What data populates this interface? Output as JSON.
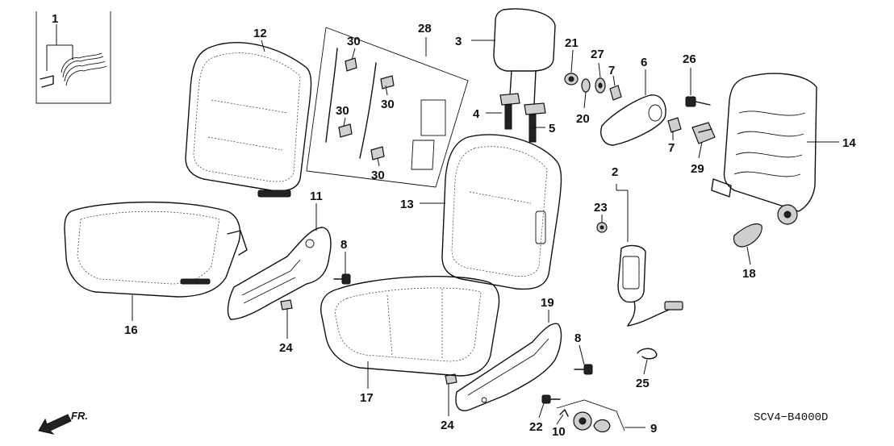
{
  "diagram": {
    "code_label": "SCV4−B4000D",
    "front_label": "FR.",
    "callouts": [
      {
        "id": "1",
        "label": "1"
      },
      {
        "id": "2",
        "label": "2"
      },
      {
        "id": "3",
        "label": "3"
      },
      {
        "id": "4",
        "label": "4"
      },
      {
        "id": "5",
        "label": "5"
      },
      {
        "id": "6",
        "label": "6"
      },
      {
        "id": "7a",
        "label": "7"
      },
      {
        "id": "7b",
        "label": "7"
      },
      {
        "id": "8a",
        "label": "8"
      },
      {
        "id": "8b",
        "label": "8"
      },
      {
        "id": "9",
        "label": "9"
      },
      {
        "id": "10",
        "label": "10"
      },
      {
        "id": "11",
        "label": "11"
      },
      {
        "id": "12",
        "label": "12"
      },
      {
        "id": "13",
        "label": "13"
      },
      {
        "id": "14",
        "label": "14"
      },
      {
        "id": "16",
        "label": "16"
      },
      {
        "id": "17",
        "label": "17"
      },
      {
        "id": "18",
        "label": "18"
      },
      {
        "id": "19",
        "label": "19"
      },
      {
        "id": "20",
        "label": "20"
      },
      {
        "id": "21",
        "label": "21"
      },
      {
        "id": "22",
        "label": "22"
      },
      {
        "id": "23",
        "label": "23"
      },
      {
        "id": "24a",
        "label": "24"
      },
      {
        "id": "24b",
        "label": "24"
      },
      {
        "id": "25",
        "label": "25"
      },
      {
        "id": "26",
        "label": "26"
      },
      {
        "id": "27",
        "label": "27"
      },
      {
        "id": "28",
        "label": "28"
      },
      {
        "id": "29",
        "label": "29"
      },
      {
        "id": "30a",
        "label": "30"
      },
      {
        "id": "30b",
        "label": "30"
      },
      {
        "id": "30c",
        "label": "30"
      },
      {
        "id": "30d",
        "label": "30"
      }
    ]
  }
}
